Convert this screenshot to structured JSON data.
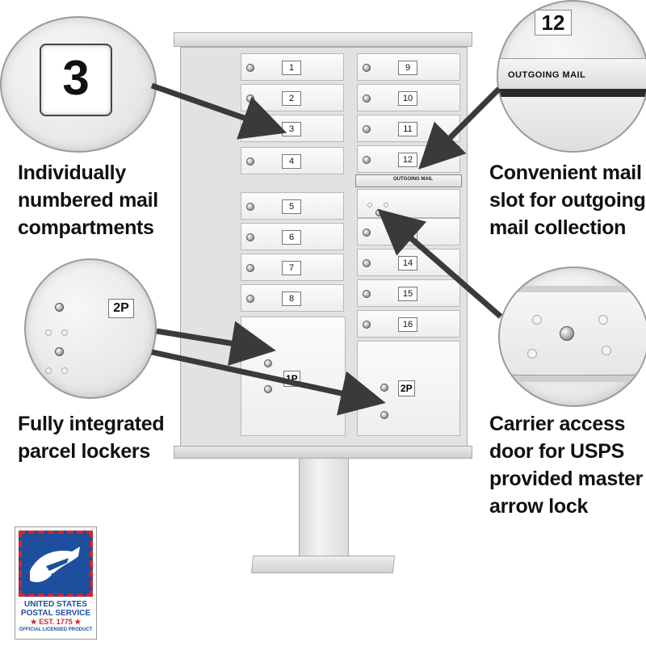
{
  "features": {
    "numbered": "Individually\nnumbered mail\ncompartments",
    "slot": "Convenient mail\nslot for outgoing\nmail collection",
    "parcel": "Fully integrated\nparcel lockers",
    "carrier": "Carrier access\ndoor for USPS\nprovided master\narrow lock"
  },
  "zoom": {
    "number_label": "3",
    "slot_number": "12",
    "slot_text": "OUTGOING MAIL",
    "parcel_label": "2P"
  },
  "cbu": {
    "left_doors": [
      "1",
      "2",
      "3",
      "4",
      "5",
      "6",
      "7",
      "8"
    ],
    "right_doors": [
      "9",
      "10",
      "11",
      "12",
      "13",
      "14",
      "15",
      "16"
    ],
    "outgoing_label": "OUTGOING MAIL",
    "parcel_1": "1P",
    "parcel_2": "2P"
  },
  "logo": {
    "line1": "UNITED STATES",
    "line2": "POSTAL SERVICE",
    "line3": "★ EST. 1775 ★",
    "line4": "OFFICIAL LICENSED PRODUCT"
  },
  "colors": {
    "usps_blue": "#1d4f9c",
    "usps_red": "#d22630",
    "arrow": "#3a3a3a"
  }
}
